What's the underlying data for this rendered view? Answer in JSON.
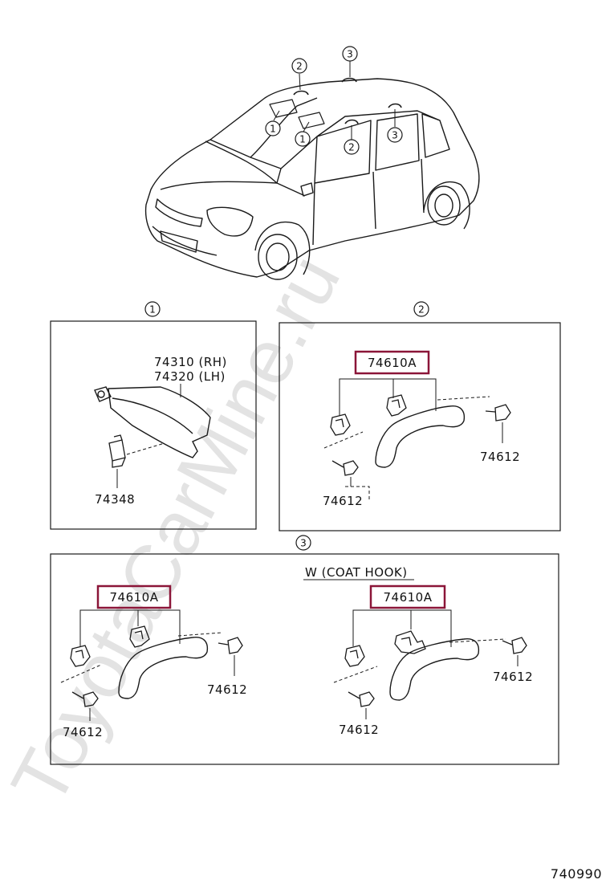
{
  "watermark": "ToyotaCarMine.ru",
  "diagram_code": "740990",
  "callouts": {
    "one": "1",
    "two": "2",
    "three": "3"
  },
  "section1": {
    "sunvisor_rh": "74310 (RH)",
    "sunvisor_lh": "74320 (LH)",
    "holder": "74348"
  },
  "section2": {
    "assy": "74610A",
    "cover_right": "74612",
    "cover_left": "74612"
  },
  "section3": {
    "variant_label": "W (COAT  HOOK)",
    "left_assy": "74610A",
    "left_cover_right": "74612",
    "left_cover_left": "74612",
    "right_assy": "74610A",
    "right_cover_right": "74612",
    "right_cover_left": "74612"
  },
  "colors": {
    "highlight_border": "#8b1538",
    "line": "#1a1a1a",
    "watermark": "#e3e3e3"
  }
}
